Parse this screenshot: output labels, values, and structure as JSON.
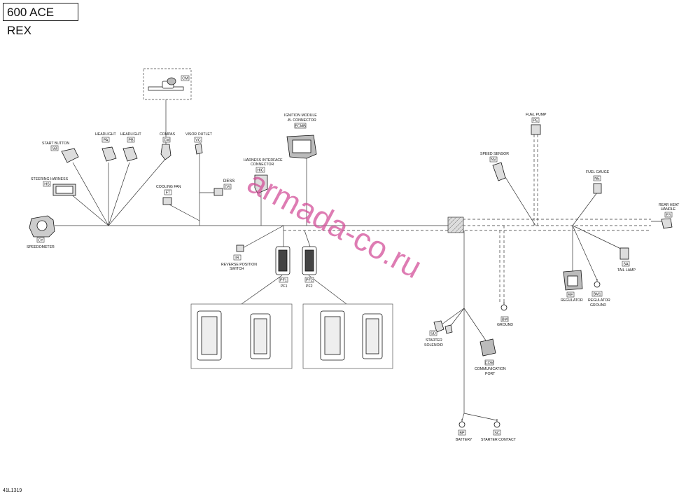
{
  "title": "600 ACE REX",
  "figure_id": "41L1319",
  "watermark": "armada-co.ru",
  "components": {
    "speedometer": {
      "label": "SPEEDOMETER",
      "code": "CY"
    },
    "steering_harness": {
      "label": "STEERING HARNESS",
      "code": "HS"
    },
    "start_button": {
      "label": "START BUTTON",
      "code": "SB"
    },
    "headlight_a": {
      "label": "HEADLIGHT",
      "code": "PA"
    },
    "headlight_b": {
      "label": "HEADLIGHT",
      "code": "PB"
    },
    "compas": {
      "label": "COMPAS",
      "code": "CM"
    },
    "compas_detail": {
      "code": "CM"
    },
    "visor_outlet": {
      "label": "VISOR OUTLET",
      "code": "VC"
    },
    "cooling_fan": {
      "label": "COOLING FAN",
      "code": "FT"
    },
    "dess": {
      "label": "DESS",
      "code": "DS"
    },
    "harness_interface": {
      "label_line1": "HARNESS INTERFACE",
      "label_line2": "CONNECTOR",
      "code": "HIC"
    },
    "ignition_module": {
      "label_line1": "IGNITION MODULE",
      "label_line2": "-B- CONNECTOR",
      "code": "ECMB"
    },
    "reverse_switch": {
      "label_line1": "REVERSE POSITION",
      "label_line2": "SWITCH",
      "code": "IR"
    },
    "pf1": {
      "label": "PF1",
      "code": "PF1"
    },
    "pf2": {
      "label": "PF2",
      "code": "PF2"
    },
    "fuel_pump": {
      "label": "FUEL PUMP",
      "code": "PE"
    },
    "speed_sensor": {
      "label": "SPEED SENSOR",
      "code": "NV"
    },
    "fuel_gauge": {
      "label": "FUEL GAUGE",
      "code": "NE"
    },
    "rear_heat_handle": {
      "label_line1": "REAR HEAT",
      "label_line2": "HANDLE",
      "code": "ES"
    },
    "tail_lamp": {
      "label": "TAIL LAMP",
      "code": "SA"
    },
    "regulator": {
      "label": "REGULATOR",
      "code": "RE"
    },
    "regulator_ground": {
      "label_line1": "REGULATOR",
      "label_line2": "GROUND",
      "code": "BM1"
    },
    "ground": {
      "label": "GROUND",
      "code": "BM"
    },
    "starter_solenoid": {
      "label_line1": "STARTER",
      "label_line2": "SOLENOID",
      "code": "SD"
    },
    "communication_port": {
      "label_line1": "COMMUNICATION",
      "label_line2": "PORT",
      "code": "COM"
    },
    "battery": {
      "label": "BATTERY",
      "code": "BP"
    },
    "starter_contact": {
      "label": "STARTER CONTACT",
      "code": "SC"
    }
  }
}
